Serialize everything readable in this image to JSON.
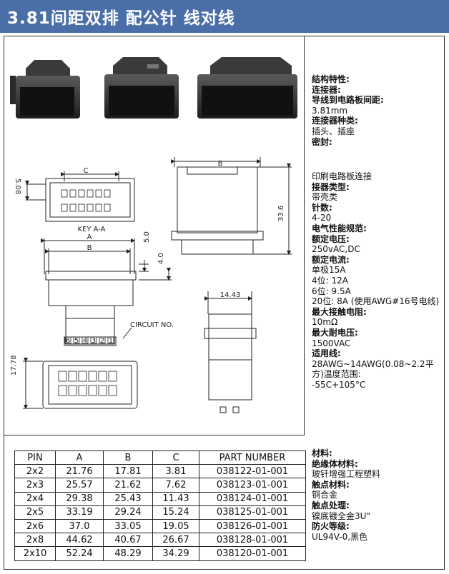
{
  "header": {
    "title": "3.81间距双排 配公针 线对线"
  },
  "drawing": {
    "key_label": "KEY A-A",
    "dim_c": "C",
    "dim_a": "A",
    "dim_b": "B",
    "dim_508": "5.08",
    "dim_50": "5.0",
    "dim_40": "4.0",
    "dim_336": "33.6",
    "dim_1443": "14.43",
    "dim_1778": "17.78",
    "circuit_label": "CIRCUIT NO.",
    "circuit_numbers": [
      "6",
      "5",
      "4",
      "3",
      "2",
      "1"
    ]
  },
  "specs_top": [
    {
      "text": "结构特性:",
      "bold": true
    },
    {
      "text": "连接器:",
      "bold": true
    },
    {
      "text": "导线到电路板间距:",
      "bold": true
    },
    {
      "text": "3.81mm",
      "bold": false
    },
    {
      "text": "连接器种类:",
      "bold": true
    },
    {
      "text": "插头、插座",
      "bold": false
    },
    {
      "text": "密封:",
      "bold": true
    }
  ],
  "specs_mid": [
    {
      "text": "印刷电路板连接",
      "bold": false
    },
    {
      "text": "接器类型:",
      "bold": true
    },
    {
      "text": "带壳类",
      "bold": false
    },
    {
      "text": "针数:",
      "bold": true
    },
    {
      "text": "4-20",
      "bold": false
    },
    {
      "text": "电气性能规范:",
      "bold": true
    },
    {
      "text": "额定电压:",
      "bold": true
    },
    {
      "text": "250vAC,DC",
      "bold": false
    },
    {
      "text": "额定电流:",
      "bold": true
    },
    {
      "text": "单极15A",
      "bold": false
    },
    {
      "text": "4位: 12A",
      "bold": false
    },
    {
      "text": "6位: 9.5A",
      "bold": false
    },
    {
      "text": "20位: 8A (使用AWG#16号电线)",
      "bold": false
    },
    {
      "text": "最大接触电阻:",
      "bold": true
    },
    {
      "text": "10mΩ",
      "bold": false
    },
    {
      "text": "最大耐电压:",
      "bold": true
    },
    {
      "text": "1500VAC",
      "bold": false
    },
    {
      "text": "适用线:",
      "bold": true
    },
    {
      "text": "28AWG~14AWG(0.08~2.2平方)温度范围:",
      "bold": false
    },
    {
      "text": "-55C+105°C",
      "bold": false
    }
  ],
  "specs_bottom": [
    {
      "text": "材料:",
      "bold": true
    },
    {
      "text": "绝缘体材料:",
      "bold": true
    },
    {
      "text": "玻钎增强工程塑料",
      "bold": false
    },
    {
      "text": "触点材料:",
      "bold": true
    },
    {
      "text": "铜合金",
      "bold": false
    },
    {
      "text": "触点处理:",
      "bold": true
    },
    {
      "text": "镍底镀全金3U\"",
      "bold": false
    },
    {
      "text": "防火等级:",
      "bold": true
    },
    {
      "text": "UL94V-0,黑色",
      "bold": false
    }
  ],
  "table": {
    "headers": [
      "PIN",
      "A",
      "B",
      "C",
      "PART NUMBER"
    ],
    "rows": [
      [
        "2x2",
        "21.76",
        "17.81",
        "3.81",
        "038122-01-001"
      ],
      [
        "2x3",
        "25.57",
        "21.62",
        "7.62",
        "038123-01-001"
      ],
      [
        "2x4",
        "29.38",
        "25.43",
        "11.43",
        "038124-01-001"
      ],
      [
        "2x5",
        "33.19",
        "29.24",
        "15.24",
        "038125-01-001"
      ],
      [
        "2x6",
        "37.0",
        "33.05",
        "19.05",
        "038126-01-001"
      ],
      [
        "2x8",
        "44.62",
        "40.67",
        "26.67",
        "038128-01-001"
      ],
      [
        "2x10",
        "52.24",
        "48.29",
        "34.29",
        "038120-01-001"
      ]
    ]
  }
}
